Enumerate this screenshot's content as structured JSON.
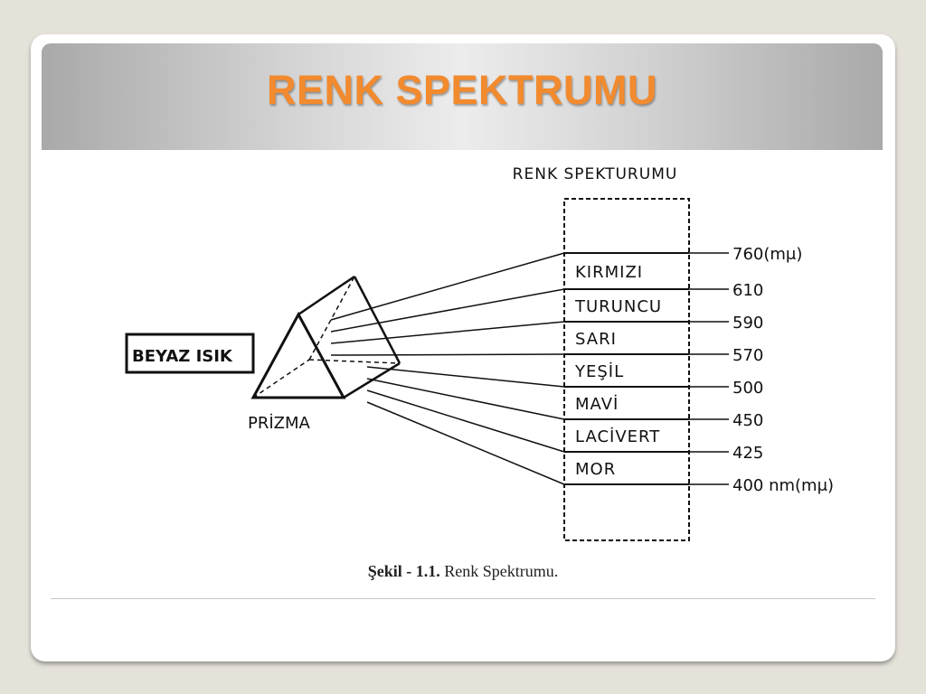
{
  "slide": {
    "title": "RENK SPEKTRUMU"
  },
  "figure": {
    "heading": "RENK SPEKTURUMU",
    "source_label": "BEYAZ ISIK",
    "prism_label": "PRİZMA",
    "bands": [
      "KIRMIZI",
      "TURUNCU",
      "SARI",
      "YEŞİL",
      "MAVİ",
      "LACİVERT",
      "MOR"
    ],
    "wavelengths": [
      "760(mμ)",
      "610",
      "590",
      "570",
      "500",
      "450",
      "425",
      "400 nm(mμ)"
    ]
  },
  "caption": {
    "bold": "Şekil - 1.1.",
    "text": " Renk Spektrumu."
  }
}
